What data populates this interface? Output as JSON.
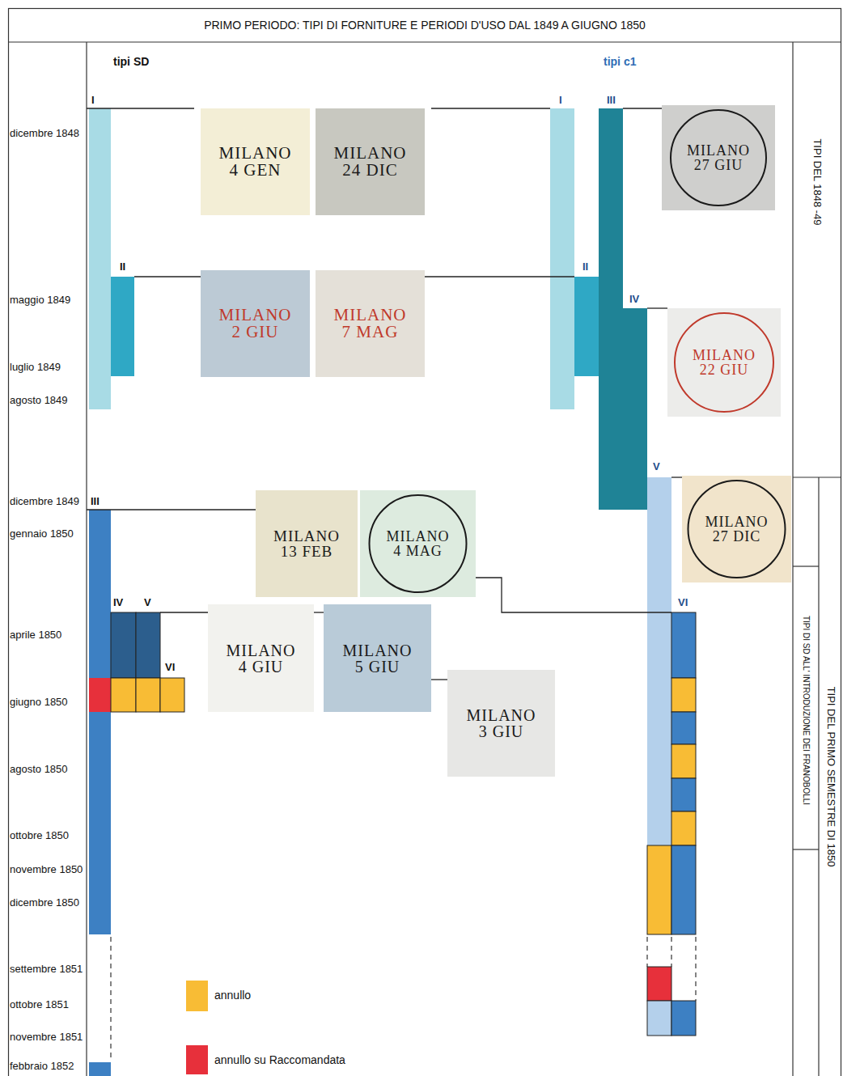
{
  "diagram": {
    "title": "PRIMO PERIODO: TIPI DI FORNITURE E PERIODI D'USO DAL 1849 A GIUGNO 1850",
    "nodes": [
      {
        "text": [
          "MILANO 4 GEN"
        ]
      },
      {
        "text": [
          "MILANO 24 DIC"
        ]
      },
      {
        "text": [
          "MILANO 27 GIU"
        ]
      },
      {
        "text": [
          "MILANO 2 GIU"
        ]
      },
      {
        "text": [
          "MILANO 7 MAG"
        ]
      },
      {
        "text": [
          "MILANO 22 GIU"
        ]
      },
      {
        "text": [
          "MILANO 13 FEB"
        ]
      },
      {
        "text": [
          "MILANO 4 MAG"
        ]
      },
      {
        "text": [
          "MILANO 27 DIC"
        ]
      },
      {
        "text": [
          "MILANO 4 GIU"
        ]
      },
      {
        "text": [
          "MILANO 5 GIU"
        ]
      },
      {
        "text": [
          "MILANO 3 GIU"
        ]
      }
    ],
    "edges": [
      {
        "from": 9,
        "to": 10,
        "arrow": "none"
      },
      {
        "from": 10,
        "to": 11,
        "arrow": "none"
      }
    ],
    "labels": [
      "tipi SD",
      "tipi c1",
      "dicembre 1848",
      "maggio 1849",
      "luglio 1849",
      "agosto 1849",
      "dicembre 1849",
      "gennaio 1850",
      "aprile 1850",
      "giugno 1850",
      "agosto 1850",
      "ottobre 1850",
      "novembre 1850",
      "dicembre 1850",
      "settembre 1851",
      "ottobre 1851",
      "novembre 1851",
      "febbraio 1852",
      "I",
      "II",
      "III",
      "IV",
      "V",
      "VI",
      "I",
      "III",
      "II",
      "IV",
      "V",
      "VI",
      "TIPI DEL 1848 -49",
      "TIPI DI SD ALL' INTRODUZIONE DEI FRANOBOLLI",
      "TIPI DEL PRIMO SEMESTRE DI 1850"
    ],
    "legend": [
      {
        "text": "annullo",
        "color": "#F8BC35"
      },
      {
        "text": "annullo su Raccomandata",
        "color": "#E7303B"
      }
    ]
  }
}
